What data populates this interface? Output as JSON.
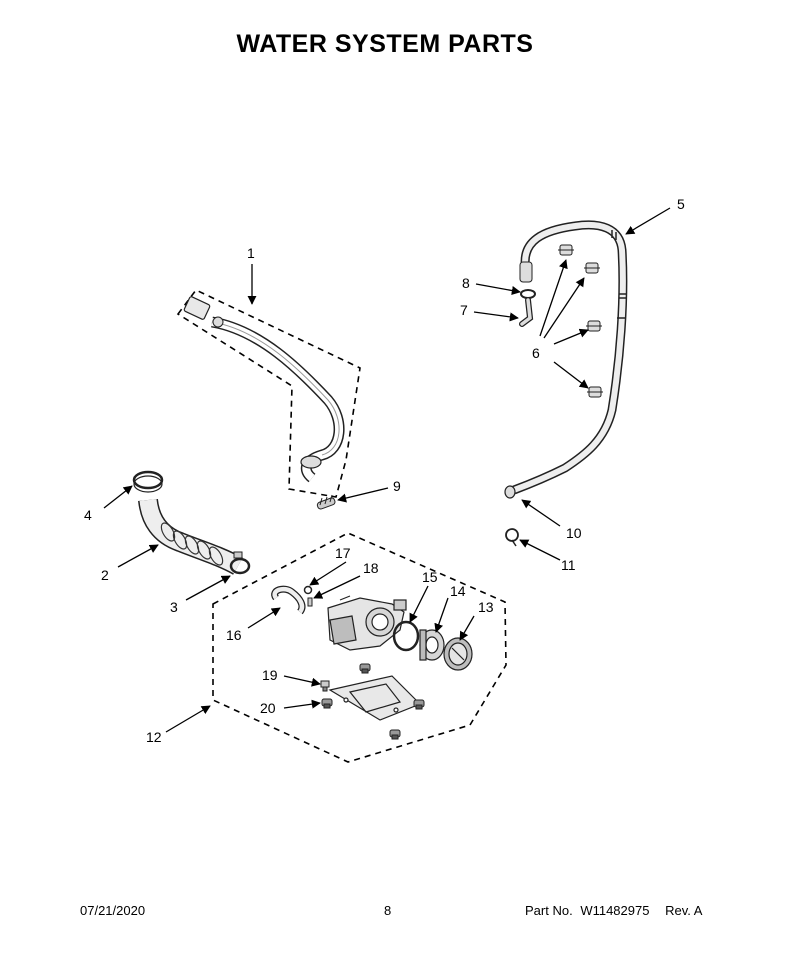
{
  "title": "WATER SYSTEM PARTS",
  "callouts": {
    "c1": "1",
    "c2": "2",
    "c3": "3",
    "c4": "4",
    "c5": "5",
    "c6": "6",
    "c7": "7",
    "c8": "8",
    "c9": "9",
    "c10": "10",
    "c11": "11",
    "c12": "12",
    "c13": "13",
    "c14": "14",
    "c15": "15",
    "c16": "16",
    "c17": "17",
    "c18": "18",
    "c19": "19",
    "c20": "20"
  },
  "footer": {
    "date": "07/21/2020",
    "page": "8",
    "part_label": "Part No.",
    "part_number": "W11482975",
    "rev": "Rev. A"
  }
}
